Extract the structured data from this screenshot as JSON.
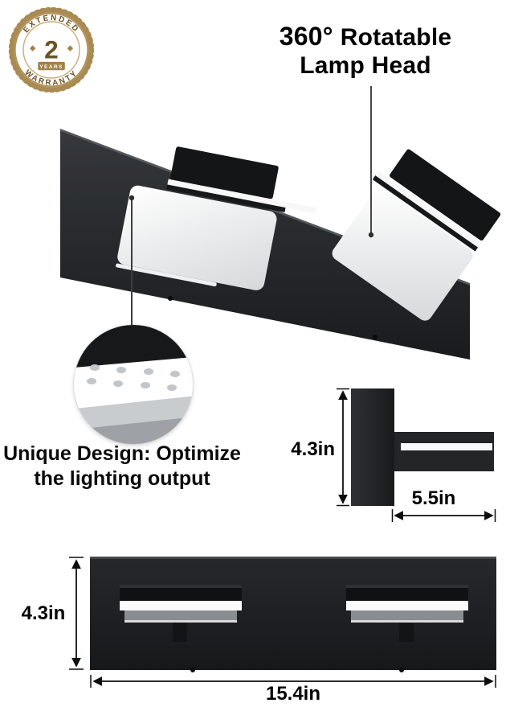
{
  "badge": {
    "arc_top": "EXTENDED",
    "arc_bottom": "WARRANTY",
    "number": "2",
    "years": "YEARS"
  },
  "headline": {
    "degrees": "360°",
    "word": "Rotatable",
    "line2": "Lamp Head"
  },
  "feature": {
    "line1": "Unique Design: Optimize",
    "line2": "the lighting output"
  },
  "dimensions": {
    "side_height": "4.3in",
    "side_depth": "5.5in",
    "front_height": "4.3in",
    "front_width": "15.4in"
  },
  "colors": {
    "plate_dark": "#1d1f21",
    "panel_white": "#fafafa",
    "badge_gold": "#a3814a",
    "dimension_text": "#000000"
  }
}
